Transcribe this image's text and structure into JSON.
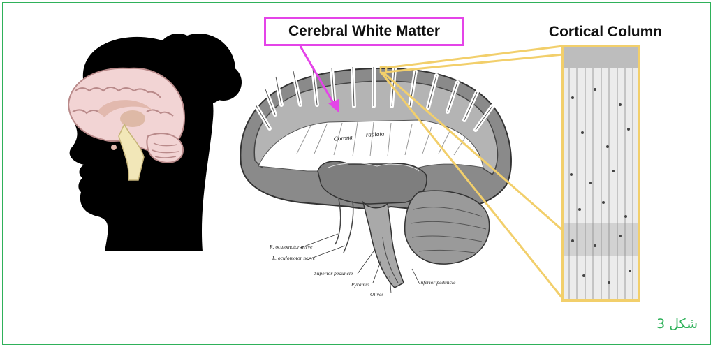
{
  "labels": {
    "white_matter": "Cerebral White Matter",
    "cortical_column": "Cortical Column"
  },
  "anatomy": {
    "corona": "Corona",
    "radiata": "radiata",
    "r_oculomotor": "R. oculomotor nerve",
    "l_oculomotor": "L. oculomotor nerve",
    "superior_peduncle": "Superior peduncle",
    "pyramid": "Pyramid",
    "olives": "Olives",
    "inferior_peduncle": "Inferior peduncle"
  },
  "caption": "شكل 3",
  "colors": {
    "frame": "#2fb15a",
    "highlight_box": "#e444e8",
    "callout": "#f2cf6b",
    "brain_pink": "#f2d4d4"
  }
}
